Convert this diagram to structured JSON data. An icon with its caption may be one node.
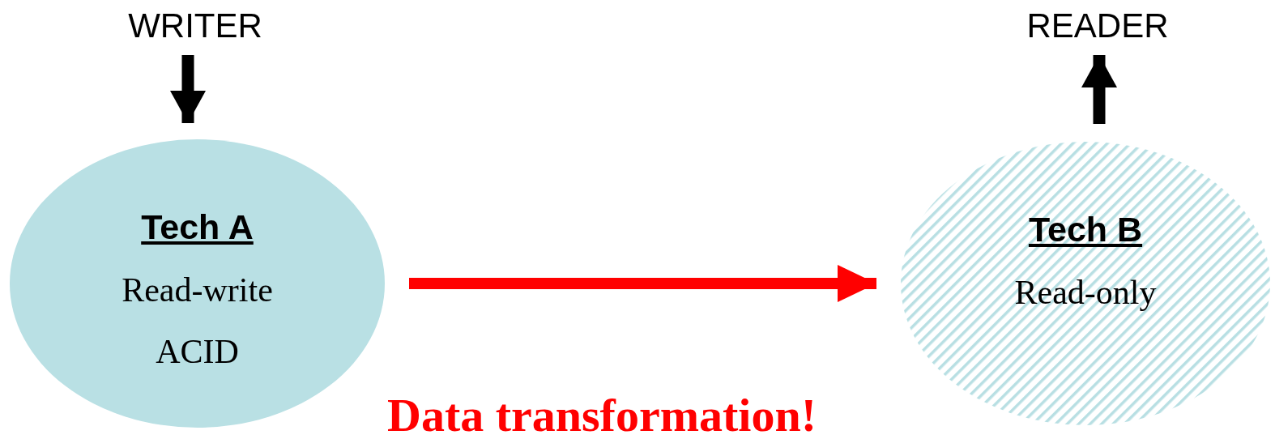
{
  "diagram": {
    "nodes": [
      {
        "text": [
          "WRITER"
        ]
      },
      {
        "text": [
          "Tech A",
          "Read-write",
          "ACID"
        ]
      },
      {
        "text": [
          "READER"
        ]
      },
      {
        "text": [
          "Tech B",
          "Read-only"
        ]
      }
    ],
    "edges": [
      {
        "from": 0,
        "to": 1,
        "arrow": "to"
      },
      {
        "from": 1,
        "to": 3,
        "arrow": "to",
        "color": "#ff0000"
      },
      {
        "from": 3,
        "to": 2,
        "arrow": "to"
      }
    ],
    "labels": [
      "Data transformation!"
    ]
  }
}
